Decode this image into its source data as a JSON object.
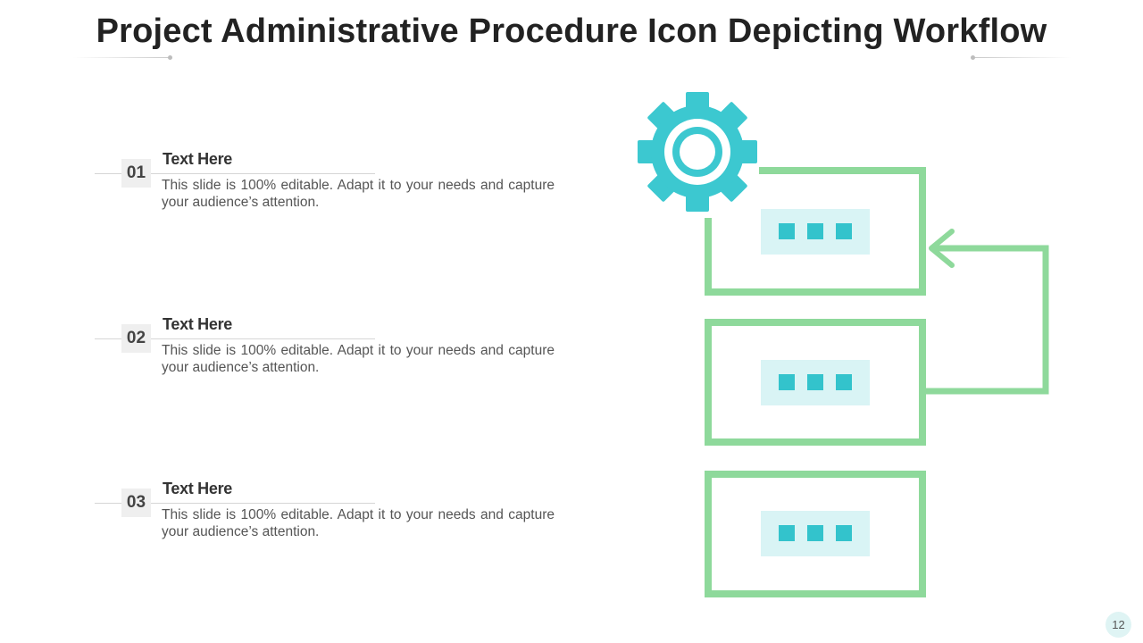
{
  "slide": {
    "title": "Project Administrative Procedure Icon Depicting Workflow",
    "page_number": "12"
  },
  "items": [
    {
      "number": "01",
      "heading": "Text Here",
      "description": "This slide is 100% editable. Adapt it to your needs and capture your audience’s attention."
    },
    {
      "number": "02",
      "heading": "Text Here",
      "description": "This slide is 100% editable. Adapt it to your needs and capture your audience’s attention."
    },
    {
      "number": "03",
      "heading": "Text Here",
      "description": "This slide is 100% editable. Adapt it to your needs and capture your audience’s attention."
    }
  ],
  "diagram": {
    "icons": [
      "gear-icon",
      "workflow-box-icon",
      "return-arrow-icon"
    ],
    "colors": {
      "gear": "#3cc8d0",
      "box_outline": "#8ed99b",
      "dot_panel": "#d9f4f5",
      "dots": "#33c3cc"
    }
  },
  "colors": {
    "title_text": "#222222",
    "body_text": "#555555",
    "number_bg": "#efefef",
    "page_badge_bg": "#dff4f4"
  }
}
